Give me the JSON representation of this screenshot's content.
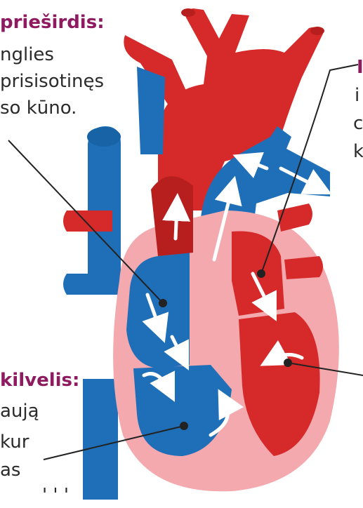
{
  "colors": {
    "heading": "#8e1a5f",
    "text": "#2b2b2b",
    "oxygen_rich_blood": "#d62a2a",
    "oxygen_poor_blood": "#1e6fb8",
    "heart_wall": "#f3a9ad",
    "flow_arrows": "#ffffff"
  },
  "labels": {
    "top_left": {
      "heading": "prieširdis:",
      "lines": [
        "nglies",
        "prisisotinęs",
        "so kūno."
      ]
    },
    "top_right": {
      "heading": "I",
      "lines": [
        "i",
        "c",
        "k"
      ]
    },
    "bottom_left": {
      "heading": "kilvelis:",
      "lines": [
        "aują",
        "kur",
        "as",
        "' ' '"
      ]
    }
  }
}
